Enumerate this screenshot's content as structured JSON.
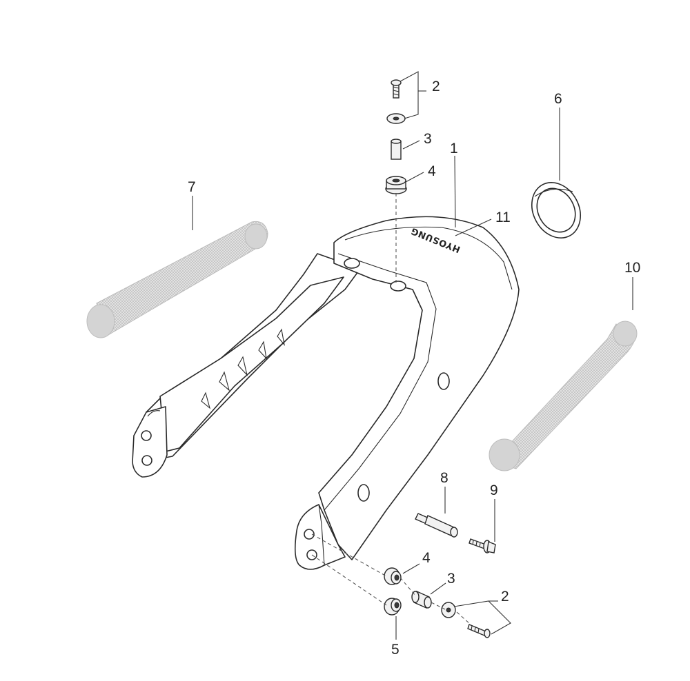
{
  "diagram": {
    "brand_marking": "HYOSUNG",
    "callouts": [
      {
        "id": "part-1",
        "label": "1"
      },
      {
        "id": "part-2-top",
        "label": "2"
      },
      {
        "id": "part-3-top",
        "label": "3"
      },
      {
        "id": "part-4-top",
        "label": "4"
      },
      {
        "id": "part-6",
        "label": "6"
      },
      {
        "id": "part-7",
        "label": "7"
      },
      {
        "id": "part-10",
        "label": "10"
      },
      {
        "id": "part-11",
        "label": "11"
      },
      {
        "id": "part-8",
        "label": "8"
      },
      {
        "id": "part-9",
        "label": "9"
      },
      {
        "id": "part-4-bottom",
        "label": "4"
      },
      {
        "id": "part-3-bottom",
        "label": "3"
      },
      {
        "id": "part-2-bottom",
        "label": "2"
      },
      {
        "id": "part-5",
        "label": "5"
      }
    ]
  }
}
